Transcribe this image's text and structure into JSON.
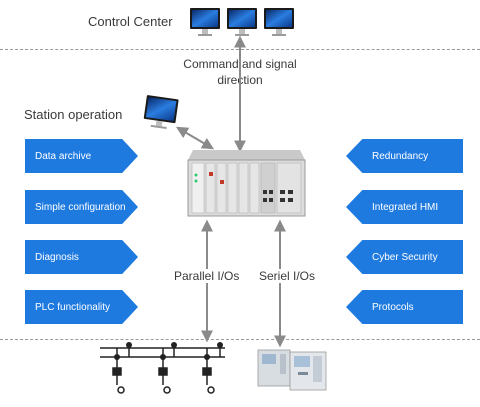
{
  "control_center": {
    "label": "Control Center"
  },
  "signal": {
    "label_line1": "Command and signal",
    "label_line2": "direction"
  },
  "station": {
    "label": "Station operation"
  },
  "left_features": [
    {
      "label": "Data archive"
    },
    {
      "label": "Simple configuration"
    },
    {
      "label": "Diagnosis"
    },
    {
      "label": "PLC functionality"
    }
  ],
  "right_features": [
    {
      "label": "Redundancy"
    },
    {
      "label": "Integrated HMI"
    },
    {
      "label": "Cyber Security"
    },
    {
      "label": "Protocols"
    }
  ],
  "io": {
    "parallel": "Parallel I/Os",
    "serial": "Seriel I/Os"
  },
  "colors": {
    "feature_blue": "#1f7ae0",
    "arrow_grey": "#8a8a8a",
    "dash_grey": "#9a9a9a"
  },
  "icons": {
    "monitor": "monitor-icon",
    "rtu": "rtu-device-icon",
    "busbar": "switchgear-icon",
    "relay": "protection-relay-icon"
  }
}
